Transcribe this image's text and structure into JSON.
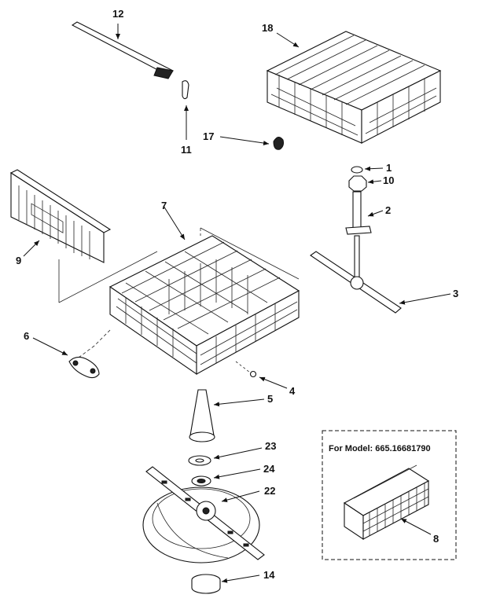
{
  "labels": {
    "p1": "1",
    "p2": "2",
    "p3": "3",
    "p4": "4",
    "p5": "5",
    "p6": "6",
    "p7": "7",
    "p8": "8",
    "p9": "9",
    "p10": "10",
    "p11": "11",
    "p12": "12",
    "p14": "14",
    "p17": "17",
    "p18": "18",
    "p22": "22",
    "p23": "23",
    "p24": "24"
  },
  "inset": {
    "title": "For Model: 665.16681790"
  },
  "colors": {
    "ink": "#111111",
    "paper": "#ffffff"
  }
}
